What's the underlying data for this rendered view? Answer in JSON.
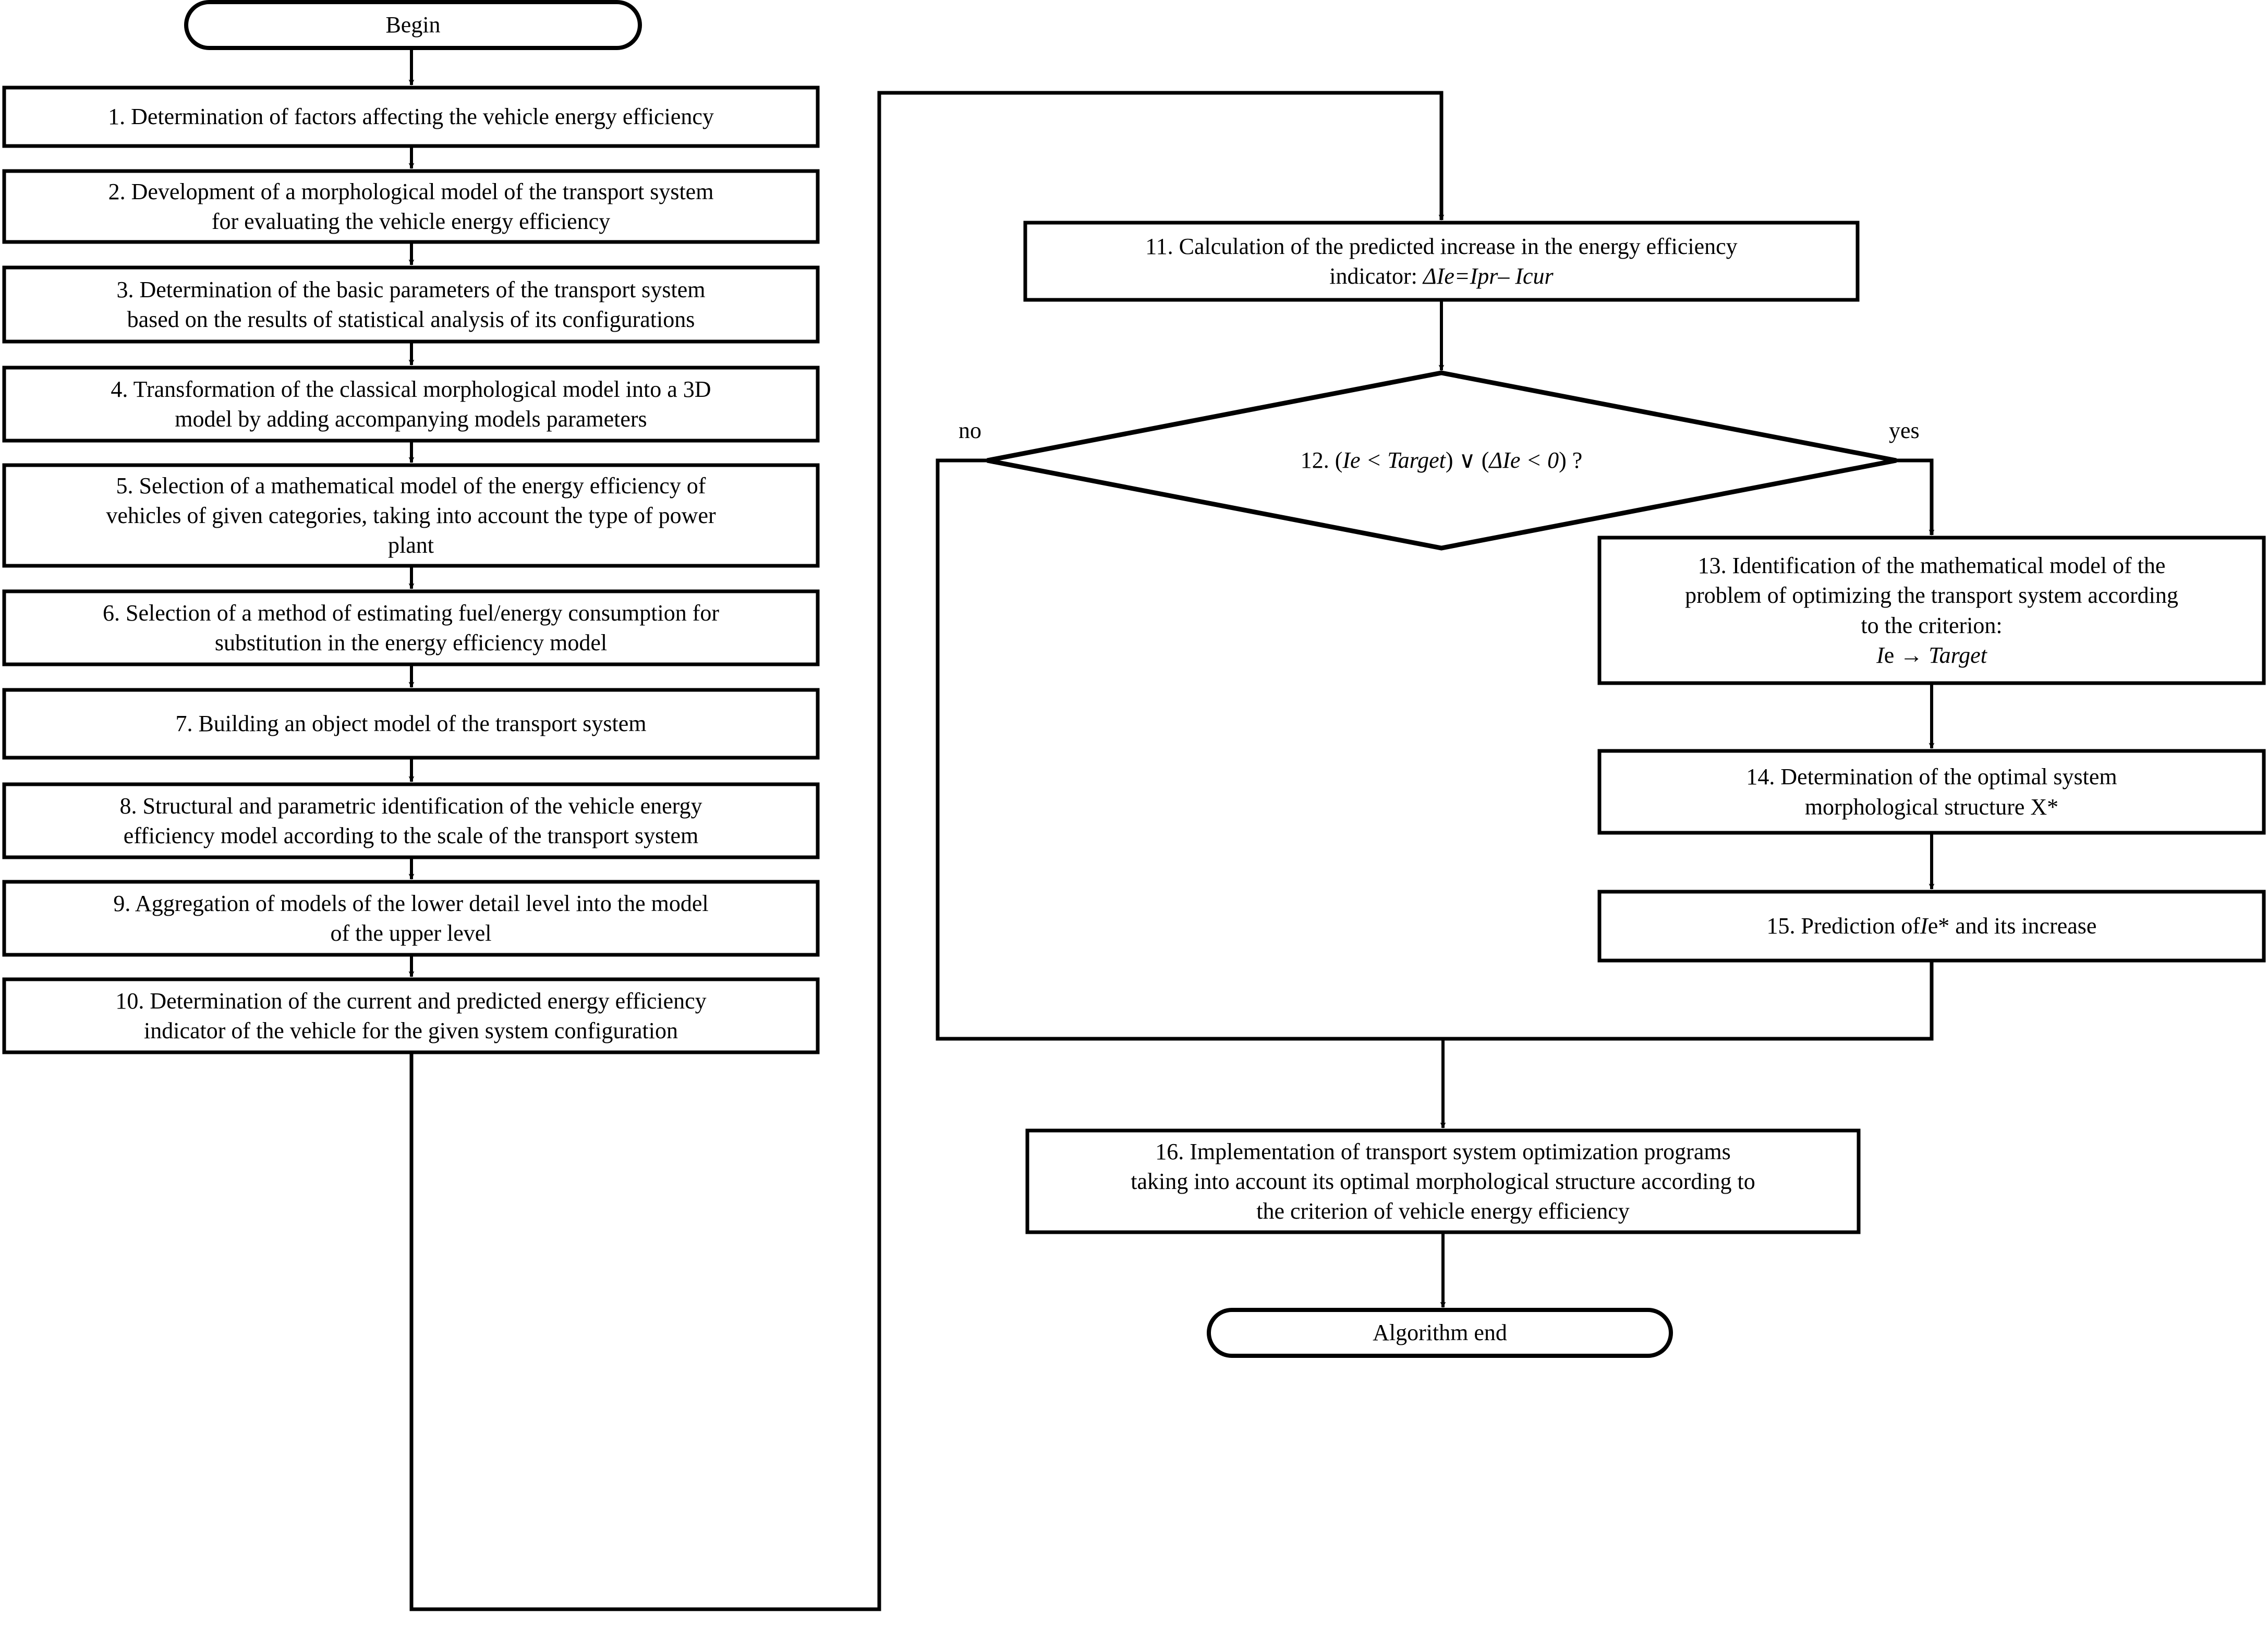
{
  "diagram": {
    "title": "Algorithm flowchart for transport system vehicle energy efficiency optimization",
    "stroke_color": "#000000",
    "fill_color": "#ffffff",
    "background": "#ffffff"
  },
  "nodes": {
    "begin": {
      "shape": "terminator",
      "label": "Begin"
    },
    "step1": {
      "shape": "process",
      "label": "1. Determination of factors affecting the vehicle energy efficiency"
    },
    "step2": {
      "shape": "process",
      "label": "2. Development of a morphological model of the transport system\nfor evaluating the vehicle energy efficiency"
    },
    "step3": {
      "shape": "process",
      "label": "3. Determination of the basic parameters of the transport system\nbased on the results of statistical analysis of its configurations"
    },
    "step4": {
      "shape": "process",
      "label": "4. Transformation of the classical morphological model into a 3D\nmodel by adding accompanying models parameters"
    },
    "step5": {
      "shape": "process",
      "label": "5. Selection of a mathematical model of the energy efficiency of\nvehicles of given categories, taking into account the type of power\nplant"
    },
    "step6": {
      "shape": "process",
      "label": "6. Selection of a method of estimating fuel/energy consumption for\nsubstitution in the energy efficiency model"
    },
    "step7": {
      "shape": "process",
      "label": "7. Building an object model of the transport system"
    },
    "step8": {
      "shape": "process",
      "label": "8. Structural and parametric identification of the vehicle energy\nefficiency model according to the scale of the transport system"
    },
    "step9": {
      "shape": "process",
      "label": "9. Aggregation of models of the lower detail level into the model\nof the upper level"
    },
    "step10": {
      "shape": "process",
      "label": "10. Determination of the current and predicted energy efficiency\nindicator of the vehicle for the given system configuration"
    },
    "step11": {
      "shape": "process",
      "label_line1": "11. Calculation of the predicted increase in the energy efficiency",
      "label_line2_prefix": "indicator:  ",
      "label_line2_formula": "ΔIe=Ipr– Icur"
    },
    "step12": {
      "shape": "decision",
      "label_prefix": "12. ( ",
      "label_cond1": "Ie < Target",
      "label_mid": " ) ∨ ( ",
      "label_cond2": "ΔIe < 0",
      "label_suffix": " ) ?"
    },
    "step13": {
      "shape": "process",
      "label_line1": "13. Identification of the mathematical model of the",
      "label_line2": "problem of optimizing the transport system according",
      "label_line3": "to the criterion:",
      "label_line4_prefix": "I",
      "label_line4_mid": "e → ",
      "label_line4_target": "Target"
    },
    "step14": {
      "shape": "process",
      "label": "14. Determination of the optimal system\nmorphological structure X*"
    },
    "step15": {
      "shape": "process",
      "label_prefix": "15. Prediction of ",
      "label_italic": "I",
      "label_suffix": "e* and its increase"
    },
    "step16": {
      "shape": "process",
      "label": "16. Implementation of transport system optimization programs\ntaking into account its optimal morphological structure according to\nthe criterion of vehicle energy efficiency"
    },
    "end": {
      "shape": "terminator",
      "label": "Algorithm end"
    }
  },
  "edge_labels": {
    "no": "no",
    "yes": "yes"
  }
}
